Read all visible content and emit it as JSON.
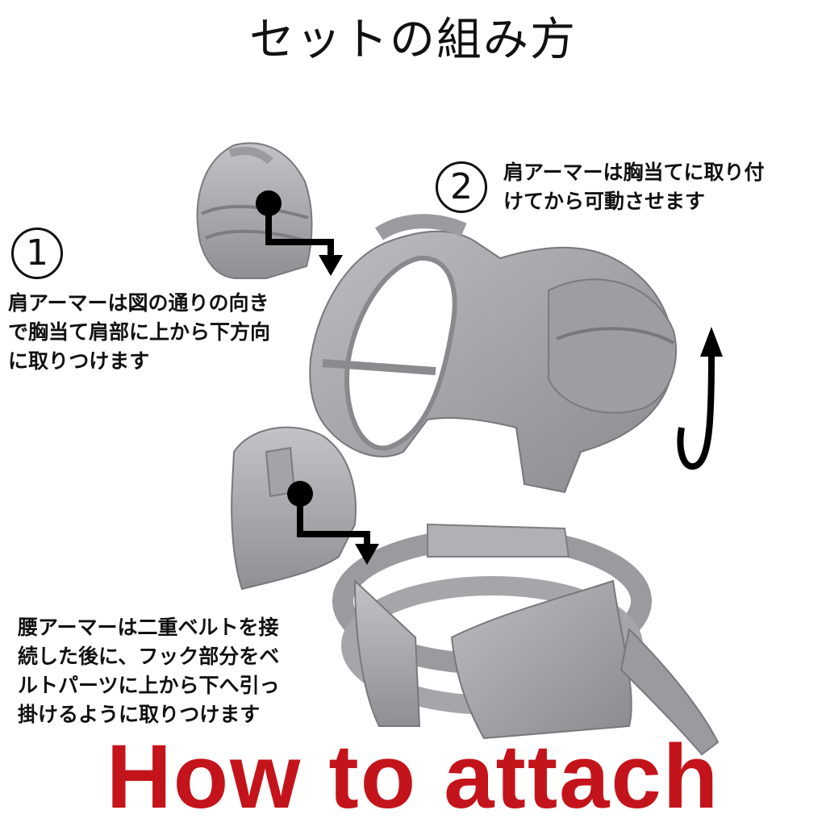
{
  "title": "セットの組み方",
  "steps": [
    {
      "number": "1",
      "text": "肩アーマーは図の通りの向き\nで胸当て肩部に上から下方向\nに取りつけます"
    },
    {
      "number": "2",
      "text": "肩アーマーは胸当てに取り付\nけてから可動させます"
    }
  ],
  "waist_note": "腰アーマーは二重ベルトを接\n続した後に、フック部分をベ\nルトパーツに上から下へ引っ\n掛けるように取りつけます",
  "footer": "How to attach",
  "colors": {
    "armor": "#a9a9ad",
    "armor_dark": "#8c8c91",
    "arrow": "#000000",
    "footer": "#c4141b"
  }
}
